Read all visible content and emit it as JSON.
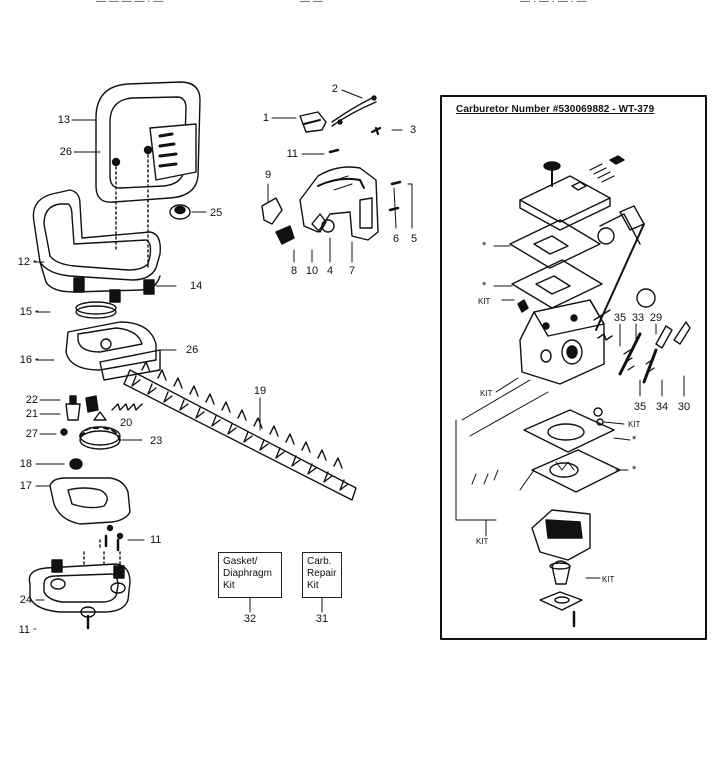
{
  "cut_text": [
    "— — — — · —",
    "— —",
    "— · — · — · —"
  ],
  "carburetor": {
    "title": "Carburetor Number #530069882 - WT-379"
  },
  "kits": {
    "gasket": {
      "line1": "Gasket/",
      "line2": "Diaphragm",
      "line3": "Kit",
      "number": "32"
    },
    "repair": {
      "line1": "Carb.",
      "line2": "Repair",
      "line3": "Kit",
      "number": "31"
    }
  },
  "labels": {
    "p13": "13",
    "p26a": "26",
    "p25": "25",
    "p12": "12",
    "p14": "14",
    "p15": "15",
    "p16": "16",
    "p26b": "26",
    "p22": "22",
    "p21": "21",
    "p27": "27",
    "p20": "20",
    "p23": "23",
    "p19": "19",
    "p18": "18",
    "p17": "17",
    "p11a": "11",
    "p24": "24",
    "p11b": "11",
    "p1": "1",
    "p2": "2",
    "p3": "3",
    "p11c": "11",
    "p9": "9",
    "p8": "8",
    "p10": "10",
    "p4": "4",
    "p7": "7",
    "p6": "6",
    "p5": "5",
    "star1": "*",
    "star2": "*",
    "kit1": "KIT",
    "p35a": "35",
    "p33": "33",
    "p29": "29",
    "kit2": "KIT",
    "p35b": "35",
    "p34": "34",
    "p30": "30",
    "kit3": "KIT",
    "star3": "*",
    "star4": "*",
    "kit4": "KIT",
    "kit5": "KIT"
  }
}
